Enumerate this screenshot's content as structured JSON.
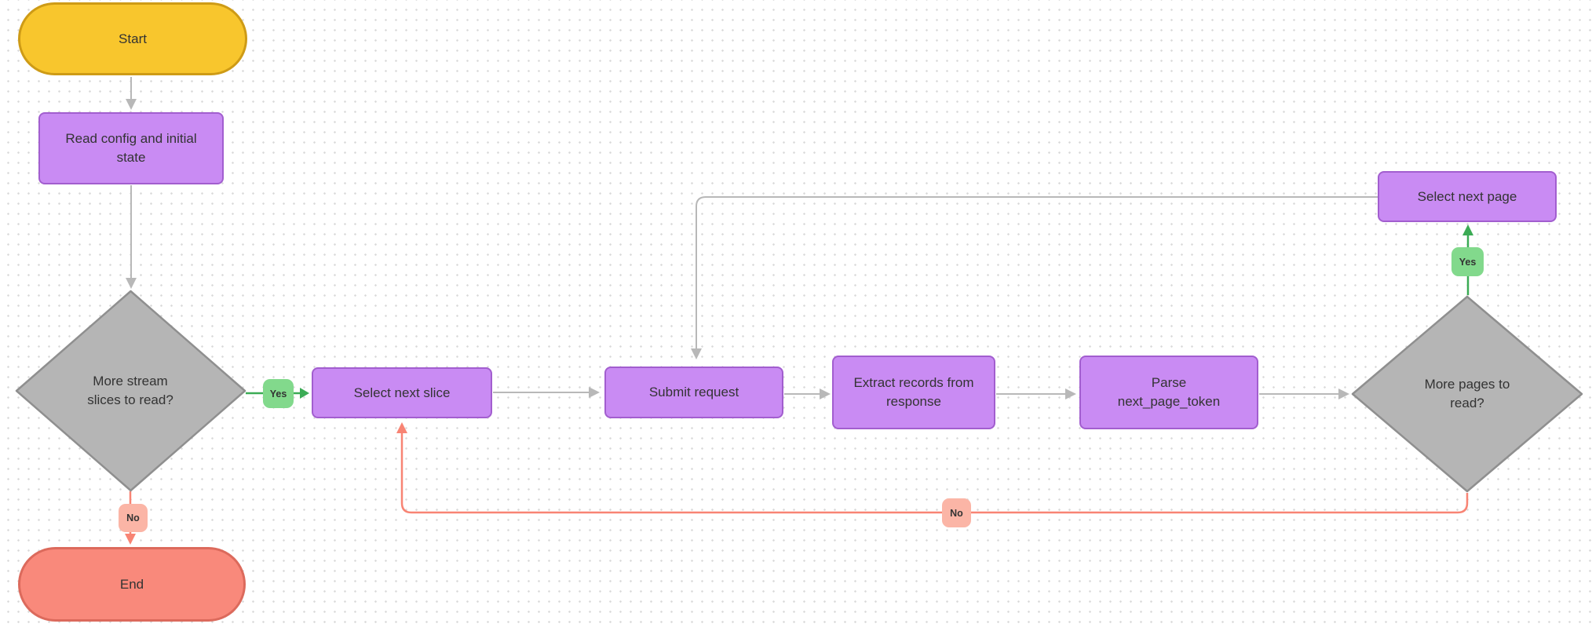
{
  "diagram": {
    "nodes": {
      "start": {
        "label": "Start"
      },
      "read_config": {
        "label": "Read config and initial\nstate"
      },
      "more_slices": {
        "label": "More stream\nslices to read?"
      },
      "select_slice": {
        "label": "Select next slice"
      },
      "submit_request": {
        "label": "Submit request"
      },
      "extract_records": {
        "label": "Extract records from\nresponse"
      },
      "parse_token": {
        "label": "Parse\nnext_page_token"
      },
      "more_pages": {
        "label": "More pages to\nread?"
      },
      "select_page": {
        "label": "Select next page"
      },
      "end": {
        "label": "End"
      }
    },
    "edge_labels": {
      "slices_yes": "Yes",
      "slices_no": "No",
      "pages_yes": "Yes",
      "pages_no": "No"
    },
    "colors": {
      "terminator_start_fill": "#F8C62D",
      "terminator_start_border": "#CE9B16",
      "process_fill": "#C98BF3",
      "process_border": "#A25ECF",
      "decision_fill": "#B5B5B5",
      "decision_border": "#8F8F8F",
      "yes_label_fill": "#82D98C",
      "yes_line": "#3BAB55",
      "no_label_fill": "#FBB5A6",
      "no_line": "#F88474",
      "end_fill": "#F9897B",
      "end_border": "#DC6A5C",
      "connector_gray": "#B8B8B8",
      "text": "#333333"
    }
  }
}
